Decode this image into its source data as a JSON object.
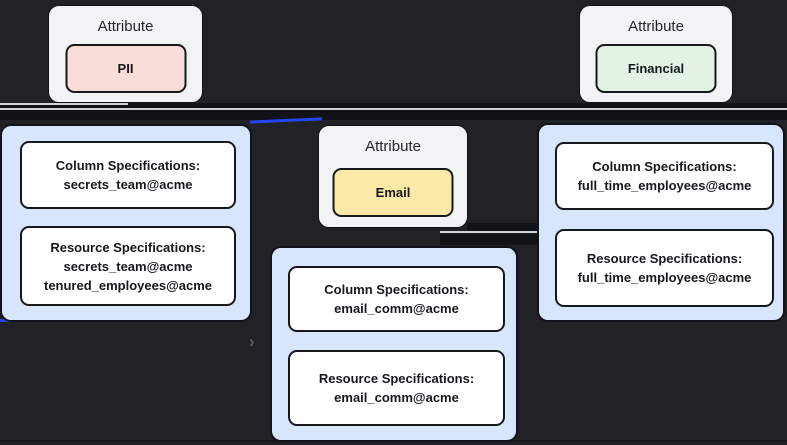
{
  "nodes": {
    "pii": {
      "title": "Attribute",
      "tag": "PII"
    },
    "financial": {
      "title": "Attribute",
      "tag": "Financial"
    },
    "email": {
      "title": "Attribute",
      "tag": "Email"
    },
    "secrets": {
      "column": {
        "title": "Column Specifications:",
        "values": [
          "secrets_team@acme"
        ]
      },
      "resource": {
        "title": "Resource Specifications:",
        "values": [
          "secrets_team@acme",
          "tenured_employees@acme"
        ]
      }
    },
    "email_comm": {
      "column": {
        "title": "Column Specifications:",
        "values": [
          "email_comm@acme"
        ]
      },
      "resource": {
        "title": "Resource Specifications:",
        "values": [
          "email_comm@acme"
        ]
      }
    },
    "full_time": {
      "column": {
        "title": "Column Specifications:",
        "values": [
          "full_time_employees@acme"
        ]
      },
      "resource": {
        "title": "Resource Specifications:",
        "values": [
          "full_time_employees@acme"
        ]
      }
    }
  },
  "icons": {
    "edge_arrow": "›"
  },
  "colors": {
    "background": "#202226",
    "attribute_card_bg": "#f1f3f5",
    "pii_tag_bg": "#fadcd8",
    "financial_tag_bg": "#e4f2e6",
    "email_tag_bg": "#fce9a8",
    "spec_card_bg": "#d7e6fc",
    "spec_box_bg": "#ffffff",
    "edge_highlight": "#2545f0",
    "edge_light": "#ced3d8",
    "edge_dark": "#121318"
  }
}
